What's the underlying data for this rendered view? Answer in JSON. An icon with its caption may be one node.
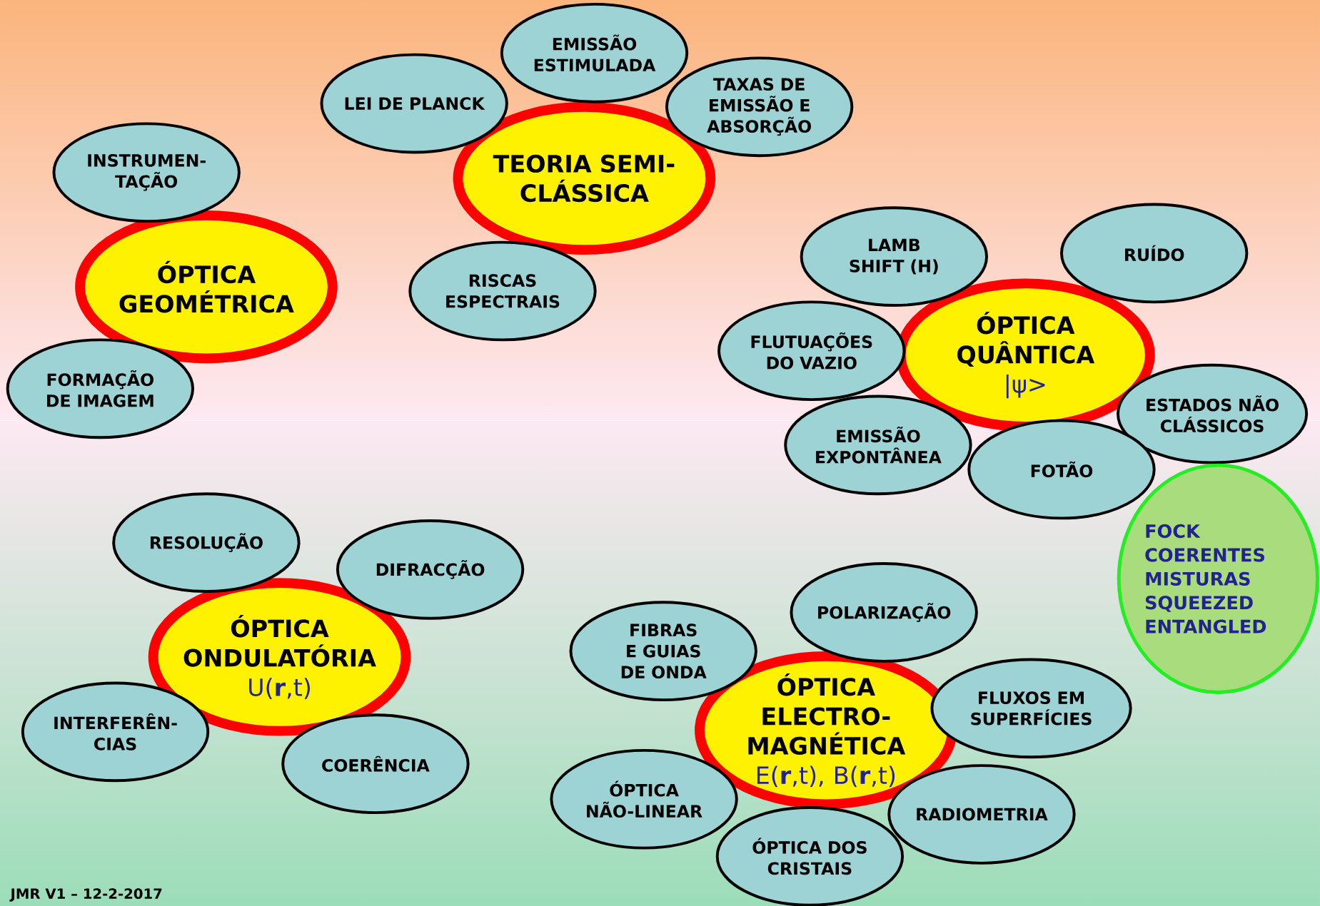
{
  "diagram": {
    "nodes": [
      {
        "text": [
          "EMISSÃO ESTIMULADA"
        ]
      },
      {
        "text": [
          "LEI DE PLANCK"
        ]
      },
      {
        "text": [
          "TAXAS DE EMISSÃO E ABSORÇÃO"
        ]
      },
      {
        "text": [
          "TEORIA SEMI-CLÁSSICA"
        ]
      },
      {
        "text": [
          "INSTRUMEN- TAÇÃO"
        ]
      },
      {
        "text": [
          "LAMB SHIFT (H)"
        ]
      },
      {
        "text": [
          "RUÍDO"
        ]
      },
      {
        "text": [
          "ÓPTICA GEOMÉTRICA"
        ]
      },
      {
        "text": [
          "RISCAS ESPECTRAIS"
        ]
      },
      {
        "text": [
          "FLUTUAÇÕES DO VAZIO"
        ]
      },
      {
        "text": [
          "ÓPTICA QUÂNTICA",
          "|ψ>"
        ]
      },
      {
        "text": [
          "FORMAÇÃO DE IMAGEM"
        ]
      },
      {
        "text": [
          "ESTADOS NÃO CLÁSSICOS"
        ]
      },
      {
        "text": [
          "EMISSÃO EXPONTÂNEA"
        ]
      },
      {
        "text": [
          "FOTÃO"
        ]
      },
      {
        "text": [
          "FOCK COERENTES MISTURAS SQUEEZED ENTANGLED"
        ]
      },
      {
        "text": [
          "RESOLUÇÃO"
        ]
      },
      {
        "text": [
          "DIFRACÇÃO"
        ]
      },
      {
        "text": [
          "POLARIZAÇÃO"
        ]
      },
      {
        "text": [
          "FIBRAS E GUIAS DE ONDA"
        ]
      },
      {
        "text": [
          "ÓPTICA ONDULATÓRIA",
          "U(**r**,t)"
        ]
      },
      {
        "text": [
          "FLUXOS EM SUPERFÍCIES"
        ]
      },
      {
        "text": [
          "ÓPTICA ELECTRO- MAGNÉTICA",
          "E(**r**,t), B(**r**,t)"
        ]
      },
      {
        "text": [
          "INTERFERÊN- CIAS"
        ]
      },
      {
        "text": [
          "COERÊNCIA"
        ]
      },
      {
        "text": [
          "ÓPTICA NÃO-LINEAR"
        ]
      },
      {
        "text": [
          "RADIOMETRIA"
        ]
      },
      {
        "text": [
          "ÓPTICA DOS CRISTAIS"
        ]
      }
    ],
    "edges": [],
    "labels": [
      "JMR V1 – 12-2-2017"
    ]
  }
}
